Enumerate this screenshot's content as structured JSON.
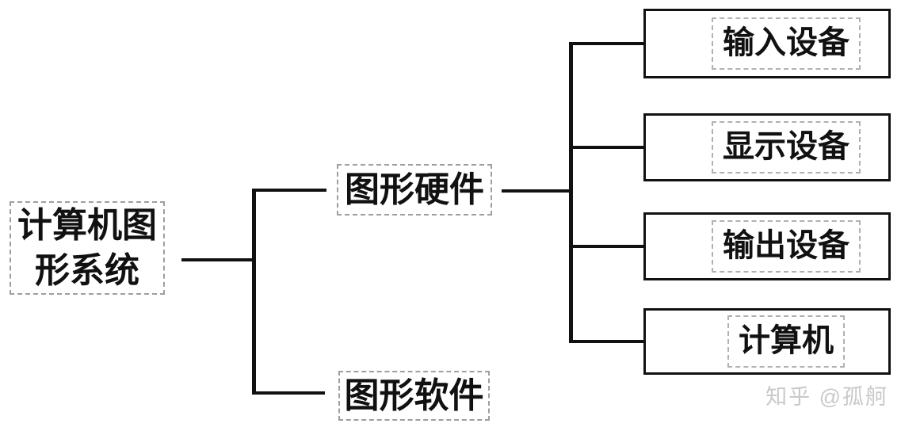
{
  "diagram": {
    "title": "computer-graphics-system-tree",
    "root": {
      "label": "计算机图形系统"
    },
    "level1": [
      {
        "label": "图形硬件"
      },
      {
        "label": "图形软件"
      }
    ],
    "level2": [
      {
        "label": "输入设备"
      },
      {
        "label": "显示设备"
      },
      {
        "label": "输出设备"
      },
      {
        "label": "计算机"
      }
    ],
    "edges": [
      [
        "计算机图形系统",
        "图形硬件"
      ],
      [
        "计算机图形系统",
        "图形软件"
      ],
      [
        "图形硬件",
        "输入设备"
      ],
      [
        "图形硬件",
        "显示设备"
      ],
      [
        "图形硬件",
        "输出设备"
      ],
      [
        "图形硬件",
        "计算机"
      ]
    ],
    "watermark": {
      "text": "知乎 @孤舸"
    },
    "colors": {
      "background": "#ffffff",
      "connector": "#111111",
      "leaf_border": "#111111",
      "dashed_border": "#9e9e9e",
      "inner_dashed_border": "#b1b1b1",
      "text": "#111111",
      "watermark": "#c9c9c9"
    }
  }
}
